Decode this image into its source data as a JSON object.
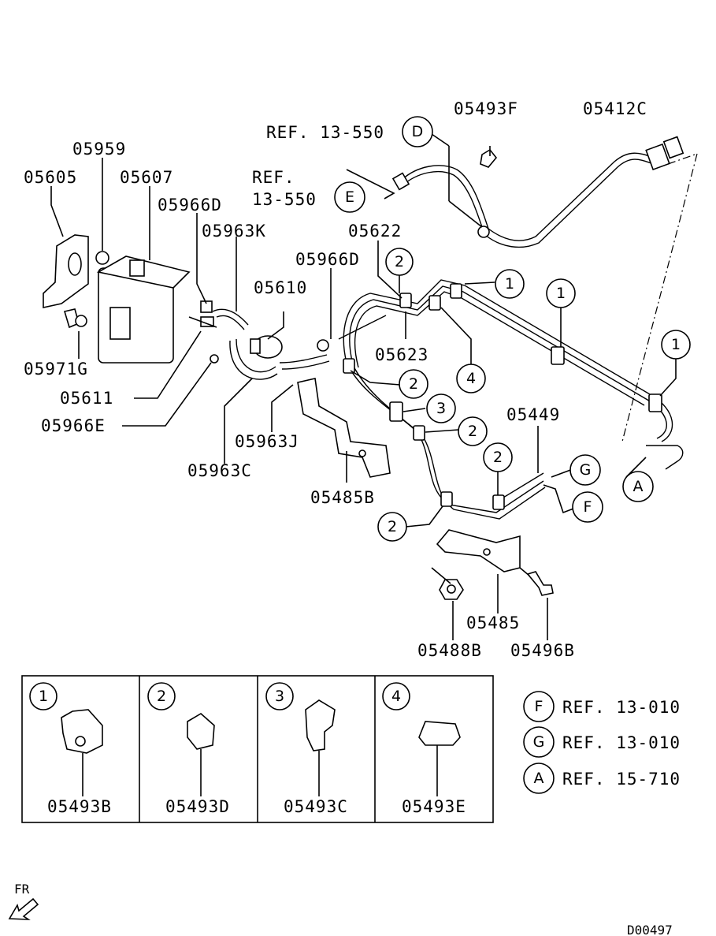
{
  "labels": {
    "p05493F": "05493F",
    "p05412C": "05412C",
    "ref13550a": "REF. 13-550",
    "ref13550b_1": "REF.",
    "ref13550b_2": "13-550",
    "p05959": "05959",
    "p05605": "05605",
    "p05607": "05607",
    "p05966D_a": "05966D",
    "p05963K": "05963K",
    "p05622": "05622",
    "p05966D_b": "05966D",
    "p05610": "05610",
    "p05623": "05623",
    "p05971G": "05971G",
    "p05611": "05611",
    "p05966E": "05966E",
    "p05963J": "05963J",
    "p05963C": "05963C",
    "p05485B": "05485B",
    "p05449": "05449",
    "p05485": "05485",
    "p05488B": "05488B",
    "p05496B": "05496B"
  },
  "callouts": {
    "D": "D",
    "E": "E",
    "A": "A",
    "F": "F",
    "G": "G",
    "c1a": "1",
    "c1b": "1",
    "c1c": "1",
    "c2a": "2",
    "c2b": "2",
    "c2c": "2",
    "c2d": "2",
    "c2e": "2",
    "c3": "3",
    "c4": "4"
  },
  "legend_table": [
    {
      "num": "1",
      "part": "05493B"
    },
    {
      "num": "2",
      "part": "05493D"
    },
    {
      "num": "3",
      "part": "05493C"
    },
    {
      "num": "4",
      "part": "05493E"
    }
  ],
  "refs": [
    {
      "key": "F",
      "text": "REF. 13-010"
    },
    {
      "key": "G",
      "text": "REF. 13-010"
    },
    {
      "key": "A",
      "text": "REF. 15-710"
    }
  ],
  "front_label": "FR",
  "diagram_id": "D00497"
}
